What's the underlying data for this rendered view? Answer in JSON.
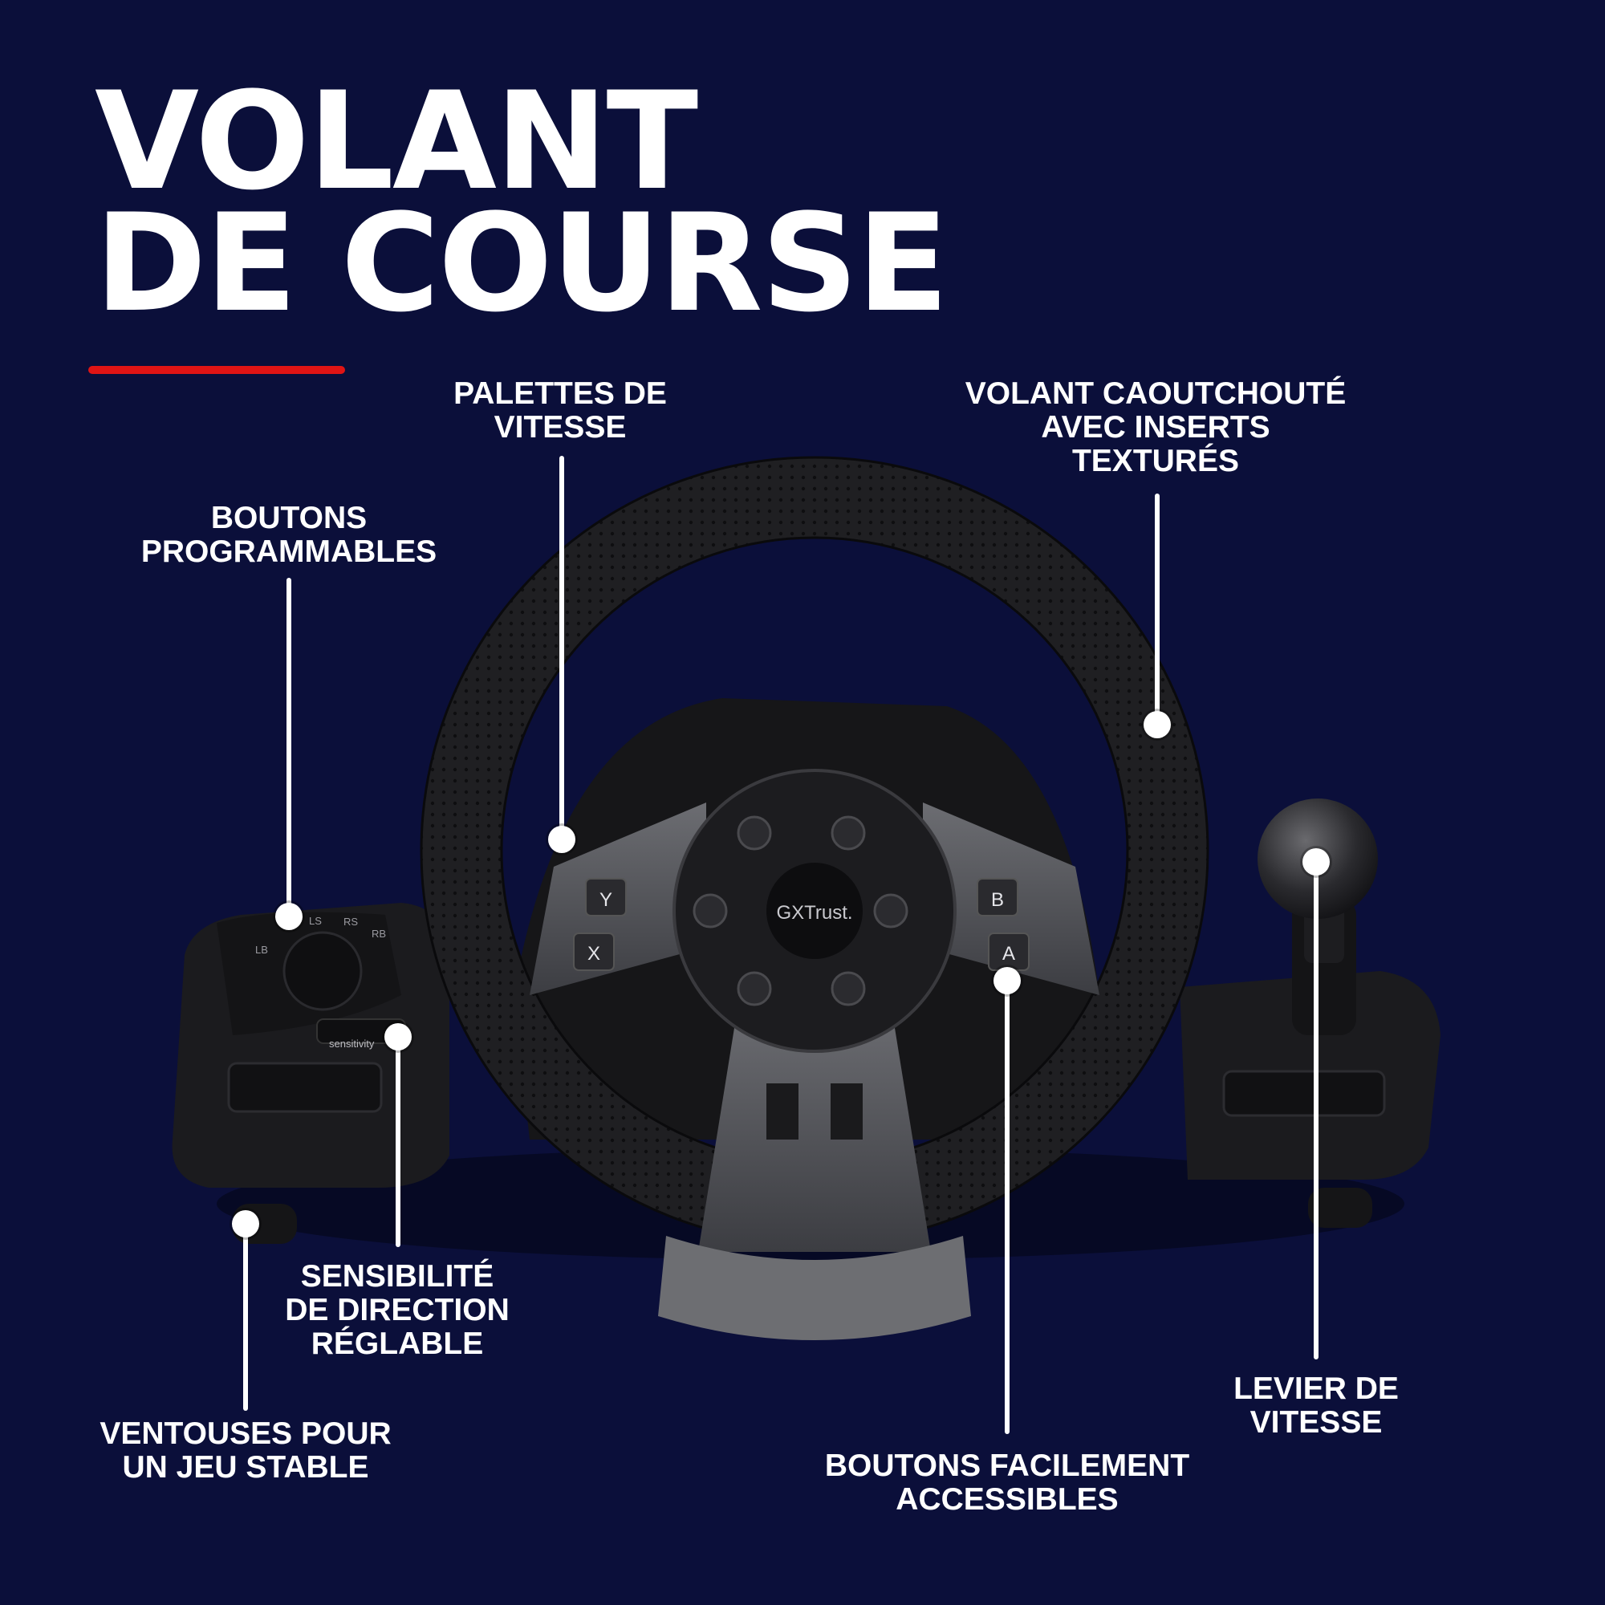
{
  "title": {
    "line1": "VOLANT",
    "line2": "DE COURSE"
  },
  "colors": {
    "background": "#0b0f3a",
    "accent": "#e01414",
    "text": "#ffffff"
  },
  "product": {
    "brand_logo": "GXTrust.",
    "face_buttons": {
      "y": "Y",
      "x": "X",
      "b": "B",
      "a": "A"
    },
    "pedal_base_label": "sensitivity",
    "base_buttons": {
      "lb": "LB",
      "ls": "LS",
      "rs": "RS",
      "rb": "RB"
    }
  },
  "callouts": {
    "paddles": {
      "line1": "PALETTES DE",
      "line2": "VITESSE"
    },
    "rubber_wheel": {
      "line1": "VOLANT CAOUTCHOUTÉ",
      "line2": "AVEC INSERTS",
      "line3": "TEXTURÉS"
    },
    "programmable": {
      "line1": "BOUTONS",
      "line2": "PROGRAMMABLES"
    },
    "sensitivity": {
      "line1": "SENSIBILITÉ",
      "line2": "DE DIRECTION",
      "line3": "RÉGLABLE"
    },
    "suction": {
      "line1": "VENTOUSES POUR",
      "line2": "UN JEU STABLE"
    },
    "buttons_access": {
      "line1": "BOUTONS FACILEMENT",
      "line2": "ACCESSIBLES"
    },
    "gear_lever": {
      "line1": "LEVIER DE",
      "line2": "VITESSE"
    }
  }
}
